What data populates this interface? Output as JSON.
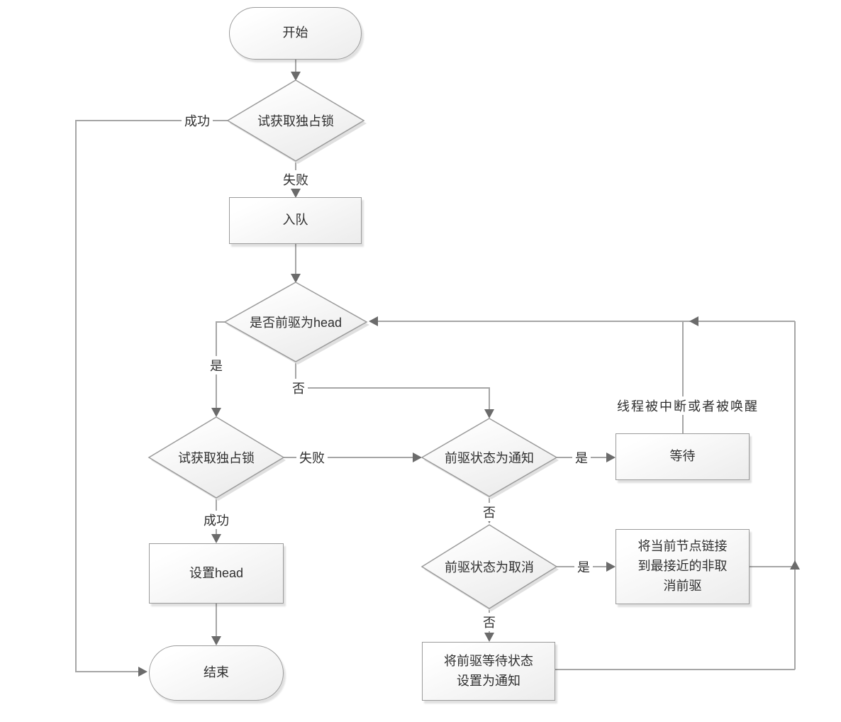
{
  "flowchart": {
    "nodes": {
      "start": "开始",
      "try_acquire_1": "试获取独占锁",
      "enqueue": "入队",
      "pred_is_head": "是否前驱为head",
      "try_acquire_2": "试获取独占锁",
      "set_head": "设置head",
      "end": "结束",
      "pred_status_signal": "前驱状态为通知",
      "wait": "等待",
      "pred_status_cancelled": "前驱状态为取消",
      "link_to_nearest_non_cancelled": "将当前节点链接到最接近的非取消前驱",
      "set_pred_status_signal": "将前驱等待状态设置为通知"
    },
    "edge_labels": {
      "success_1": "成功",
      "fail_1": "失败",
      "yes_head": "是",
      "no_head": "否",
      "fail_2": "失败",
      "success_2": "成功",
      "yes_signal": "是",
      "no_signal": "否",
      "yes_cancelled": "是",
      "no_cancelled": "否",
      "annotation_wakeup": "线程被中断或者被唤醒"
    },
    "colors": {
      "line": "#a6a6a6",
      "arrow": "#6b6b6b",
      "shape_border": "#9b9b9b",
      "shape_fill_top": "#ffffff",
      "shape_fill_bottom": "#ececec",
      "text": "#2f2f2f",
      "background": "#ffffff"
    }
  }
}
